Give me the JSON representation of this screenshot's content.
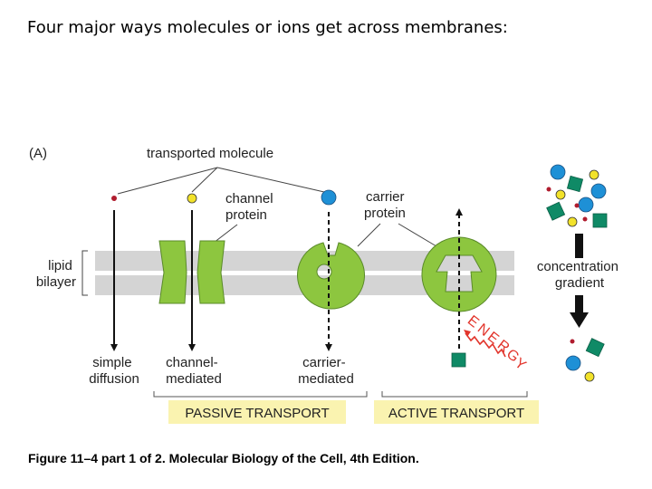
{
  "slide": {
    "title": "Four major ways molecules or ions get across membranes:"
  },
  "figure": {
    "panel_label": "(A)",
    "transported_molecule": "transported molecule",
    "channel_protein": [
      "channel",
      "protein"
    ],
    "carrier_protein": [
      "carrier",
      "protein"
    ],
    "lipid_bilayer": [
      "lipid",
      "bilayer"
    ],
    "concentration_gradient": [
      "concentration",
      "gradient"
    ],
    "energy": [
      "E",
      "N",
      "E",
      "R",
      "G",
      "Y"
    ],
    "simple_diffusion": [
      "simple",
      "diffusion"
    ],
    "channel_mediated": [
      "channel-",
      "mediated"
    ],
    "carrier_mediated": [
      "carrier-",
      "mediated"
    ],
    "passive_transport": "PASSIVE TRANSPORT",
    "active_transport": "ACTIVE TRANSPORT",
    "caption": "Figure 11–4 part 1 of 2. Molecular Biology of the Cell, 4th Edition."
  },
  "colors": {
    "membrane": "#d4d4d4",
    "protein": "#8dc63f",
    "protein_stroke": "#5a8a2a",
    "highlight": "#faf3b0",
    "red_molecule": "#b01c2e",
    "yellow_molecule": "#f2e22a",
    "blue_molecule": "#1e90d6",
    "green_molecule": "#0f8a66",
    "energy": "#e2352c"
  }
}
